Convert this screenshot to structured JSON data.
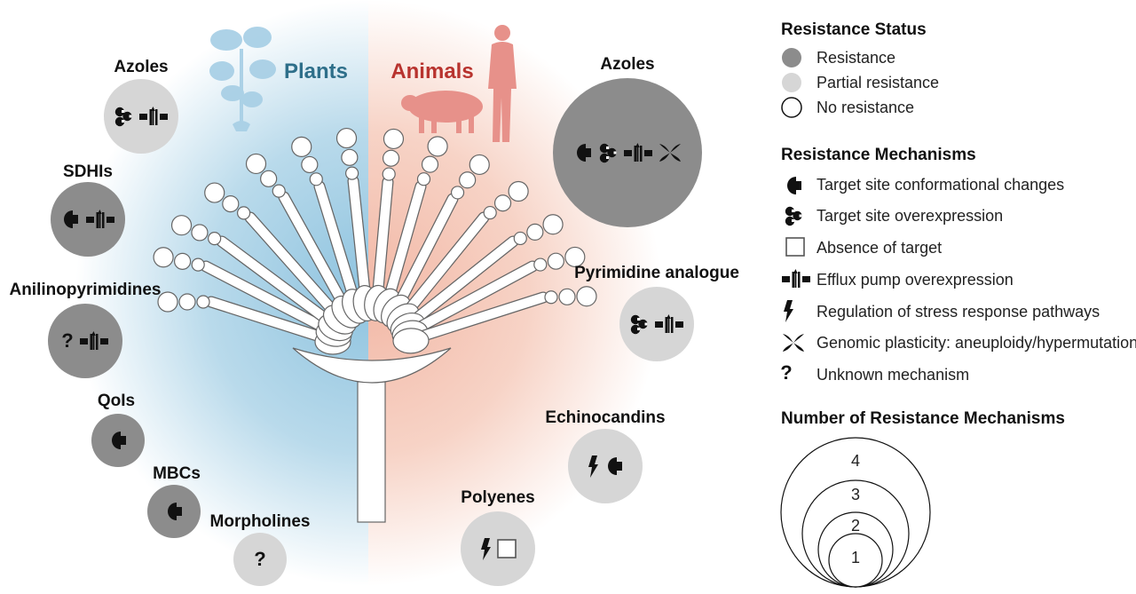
{
  "hosts": {
    "plants": "Plants",
    "animals": "Animals"
  },
  "colors": {
    "plants_accent": "#2e6f8a",
    "animals_accent": "#b8332e",
    "resistance": "#8c8c8c",
    "partial_resistance": "#d6d6d6",
    "no_resistance": "#ffffff"
  },
  "antifungals": [
    {
      "id": "azoles-plants",
      "name": "Azoles",
      "host": "plants",
      "status": "partial_resistance",
      "mechanisms": [
        "overexpression-icon",
        "efflux-icon"
      ]
    },
    {
      "id": "sdhis",
      "name": "SDHIs",
      "host": "plants",
      "status": "resistance",
      "mechanisms": [
        "conformational-icon",
        "efflux-icon"
      ]
    },
    {
      "id": "anilinopyrimidines",
      "name": "Anilinopyrimidines",
      "host": "plants",
      "status": "resistance",
      "mechanisms": [
        "unknown-icon",
        "efflux-icon"
      ]
    },
    {
      "id": "qols",
      "name": "QoIs",
      "host": "plants",
      "status": "resistance",
      "mechanisms": [
        "conformational-icon"
      ]
    },
    {
      "id": "mbcs",
      "name": "MBCs",
      "host": "plants",
      "status": "resistance",
      "mechanisms": [
        "conformational-icon"
      ]
    },
    {
      "id": "morpholines",
      "name": "Morpholines",
      "host": "plants",
      "status": "partial_resistance",
      "mechanisms": [
        "unknown-icon"
      ]
    },
    {
      "id": "azoles-animals",
      "name": "Azoles",
      "host": "animals",
      "status": "resistance",
      "mechanisms": [
        "conformational-icon",
        "overexpression-icon",
        "efflux-icon",
        "genomic-plasticity-icon"
      ]
    },
    {
      "id": "pyrimidine-analogue",
      "name": "Pyrimidine analogue",
      "host": "animals",
      "status": "partial_resistance",
      "mechanisms": [
        "overexpression-icon",
        "efflux-icon"
      ]
    },
    {
      "id": "echinocandins",
      "name": "Echinocandins",
      "host": "animals",
      "status": "partial_resistance",
      "mechanisms": [
        "stress-response-icon",
        "conformational-icon"
      ]
    },
    {
      "id": "polyenes",
      "name": "Polyenes",
      "host": "animals",
      "status": "partial_resistance",
      "mechanisms": [
        "stress-response-icon",
        "absence-of-target-icon"
      ]
    }
  ],
  "legend": {
    "status_title": "Resistance Status",
    "status_items": [
      {
        "label": "Resistance",
        "status": "resistance"
      },
      {
        "label": "Partial resistance",
        "status": "partial_resistance"
      },
      {
        "label": "No resistance",
        "status": "no_resistance"
      }
    ],
    "mechanisms_title": "Resistance Mechanisms",
    "mechanism_items": [
      {
        "label": "Target site conformational changes",
        "icon": "conformational-icon"
      },
      {
        "label": "Target site overexpression",
        "icon": "overexpression-icon"
      },
      {
        "label": "Absence of target",
        "icon": "absence-of-target-icon"
      },
      {
        "label": "Efflux pump overexpression",
        "icon": "efflux-icon"
      },
      {
        "label": "Regulation of stress response pathways",
        "icon": "stress-response-icon"
      },
      {
        "label": "Genomic plasticity: aneuploidy/hypermutation",
        "icon": "genomic-plasticity-icon"
      },
      {
        "label": "Unknown mechanism",
        "icon": "unknown-icon"
      }
    ],
    "count_title": "Number of Resistance Mechanisms",
    "count_levels": [
      "1",
      "2",
      "3",
      "4"
    ]
  }
}
